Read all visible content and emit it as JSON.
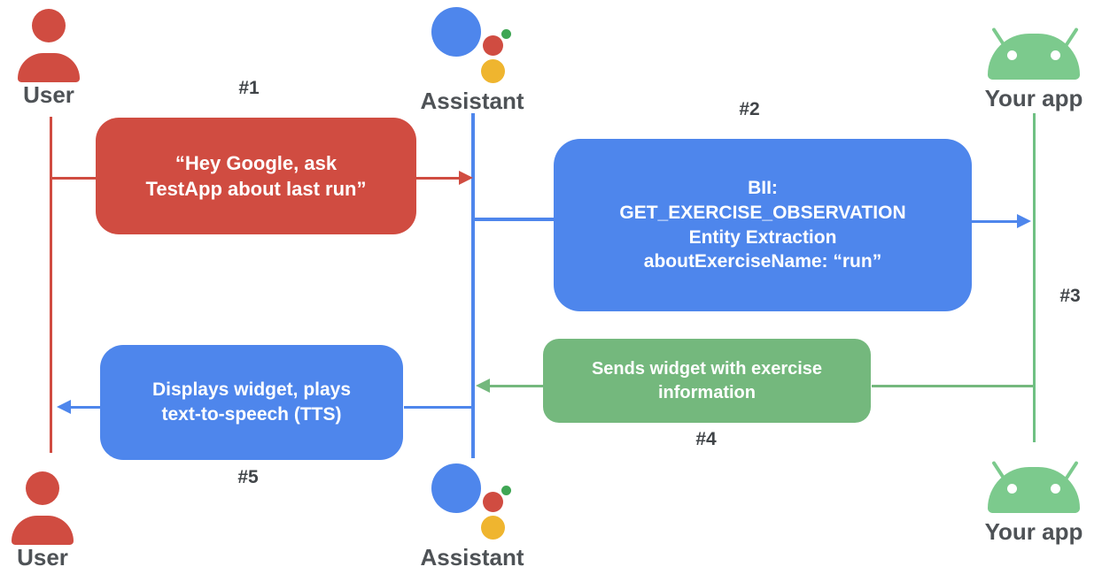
{
  "actors": {
    "user": {
      "label": "User"
    },
    "assistant": {
      "label": "Assistant"
    },
    "app": {
      "label": "Your app"
    }
  },
  "messages": {
    "m1": {
      "step": "#1",
      "from": "User",
      "to": "Assistant",
      "text": "“Hey Google, ask\nTestApp about last run”"
    },
    "m2": {
      "step": "#2",
      "from": "Assistant",
      "to": "Your app",
      "text": "BII:\nGET_EXERCISE_OBSERVATION\nEntity Extraction\naboutExerciseName: “run”"
    },
    "m3": {
      "step": "#3",
      "from": "Your app",
      "to": "Your app"
    },
    "m4": {
      "step": "#4",
      "from": "Your app",
      "to": "Assistant",
      "text": "Sends widget with exercise\ninformation"
    },
    "m5": {
      "step": "#5",
      "from": "Assistant",
      "to": "User",
      "text": "Displays widget, plays\ntext-to-speech (TTS)"
    }
  },
  "colors": {
    "red": "#D04C41",
    "blue": "#4E86EC",
    "green_box": "#74B87D",
    "green_android": "#7CCA8D",
    "green_line": "#6FC083",
    "logo_yellow": "#EFB52F",
    "logo_green": "#3FA654",
    "label_gray": "#4E5256",
    "step_gray": "#404448"
  }
}
